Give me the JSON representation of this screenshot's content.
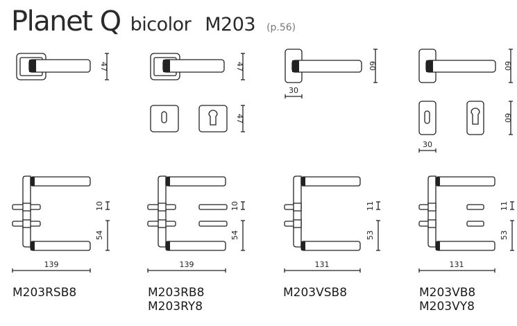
{
  "header": {
    "title": "Planet Q",
    "subtitle": "bicolor",
    "model": "M203",
    "page_ref": "(p.56)"
  },
  "dimensions": {
    "rose_a_height": "47",
    "rose_a_escutcheon_height": "47",
    "rose_b_height": "60",
    "rose_b_width": "30",
    "rose_b_escutcheon_height": "60",
    "rose_b_escutcheon_width": "30",
    "col1_upper": "10",
    "col1_lower": "54",
    "col1_width": "139",
    "col2_upper": "10",
    "col2_lower": "54",
    "col2_width": "139",
    "col3_upper": "11",
    "col3_lower": "53",
    "col3_width": "131",
    "col4_upper": "11",
    "col4_lower": "53",
    "col4_width": "131"
  },
  "products": [
    {
      "code": "M203RSB8"
    },
    {
      "code": "M203RB8",
      "code2": "M203RY8"
    },
    {
      "code": "M203VSB8"
    },
    {
      "code": "M203VB8",
      "code2": "M203VY8"
    }
  ]
}
